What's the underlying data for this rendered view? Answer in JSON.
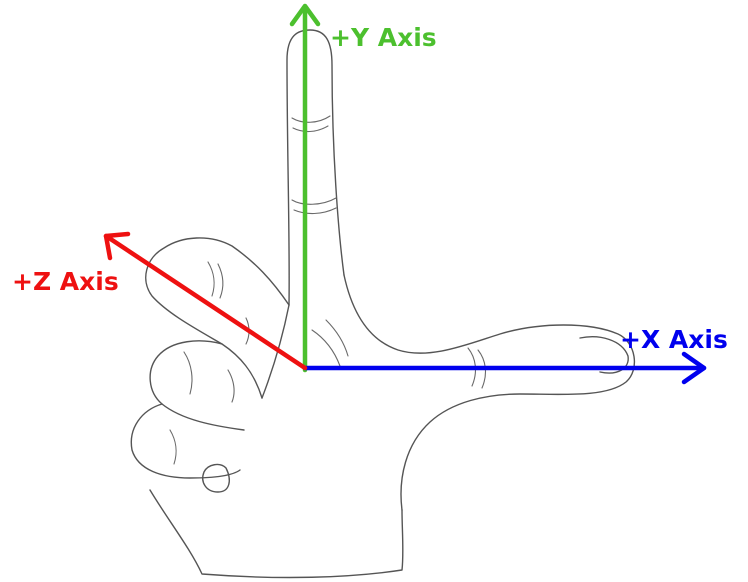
{
  "diagram": {
    "axes": [
      {
        "id": "y",
        "label": "+Y Axis",
        "color": "#4cc02e",
        "finger": "index finger"
      },
      {
        "id": "x",
        "label": "+X Axis",
        "color": "#0000ee",
        "finger": "thumb"
      },
      {
        "id": "z",
        "label": "+Z Axis",
        "color": "#ee1111",
        "finger": "middle finger"
      }
    ],
    "origin_color": "#000000",
    "line_color": "#555555"
  }
}
